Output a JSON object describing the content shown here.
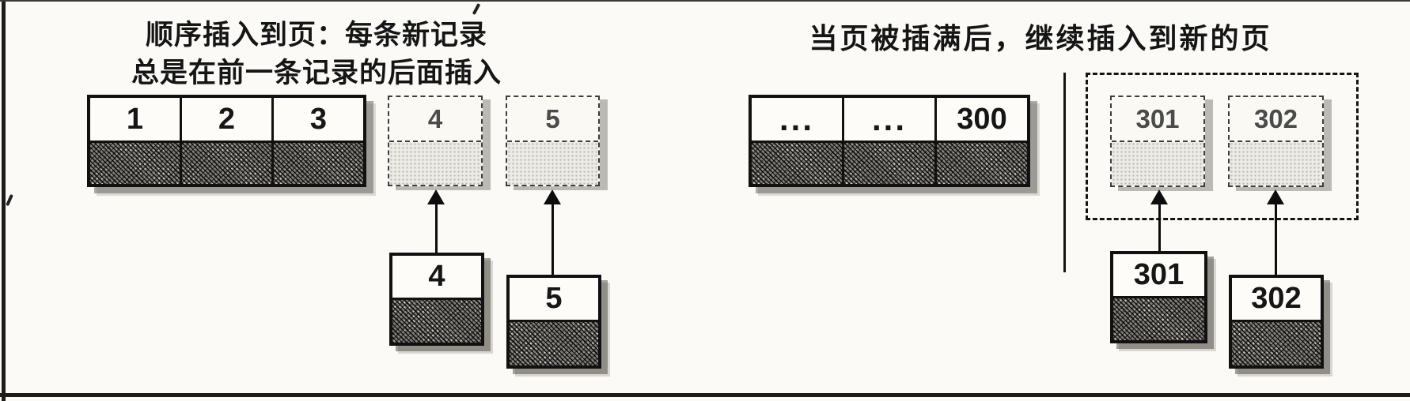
{
  "left_section": {
    "title_line1": "顺序插入到页：每条新记录",
    "title_line2": "总是在前一条记录的后面插入",
    "page": {
      "cells": [
        "1",
        "2",
        "3"
      ]
    },
    "new_slots": [
      "4",
      "5"
    ],
    "records": [
      "4",
      "5"
    ]
  },
  "right_section": {
    "title": "当页被插满后，继续插入到新的页",
    "page": {
      "cells": [
        "...",
        "...",
        "300"
      ]
    },
    "new_page_slots": [
      "301",
      "302"
    ],
    "records": [
      "301",
      "302"
    ]
  },
  "icons": {
    "arrow_up": "insert-direction-arrow"
  },
  "colors": {
    "ink": "#141414",
    "paper": "#fbfaf7",
    "filled_record_hatch": "#827e77",
    "empty_slot_stipple": "#edebe5"
  }
}
